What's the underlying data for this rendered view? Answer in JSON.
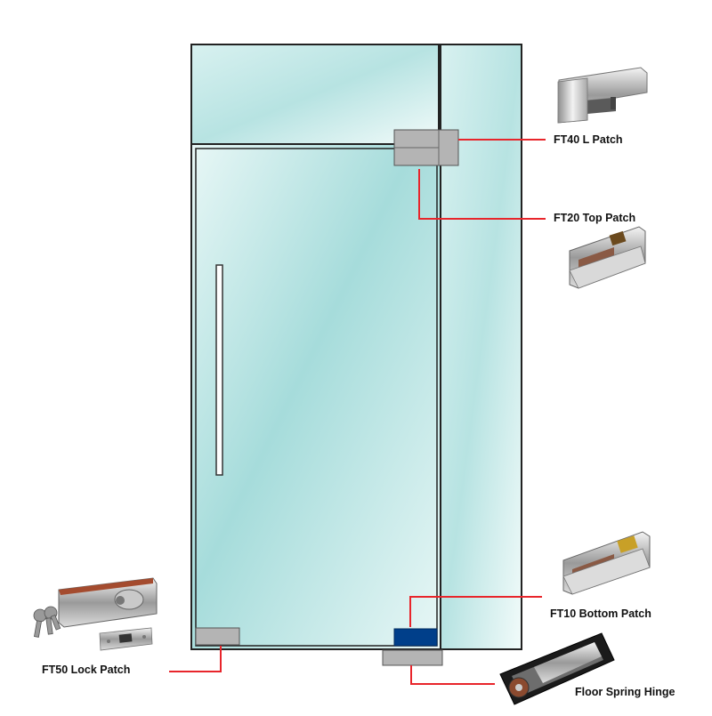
{
  "labels": {
    "ft40": "FT40 L Patch",
    "ft20": "FT20 Top Patch",
    "ft10": "FT10 Bottom Patch",
    "ft50": "FT50 Lock Patch",
    "floor_spring": "Floor Spring Hinge"
  },
  "colors": {
    "leader_line": "#e8252b",
    "fitting_gray": "#b4b4b4",
    "bottom_patch_highlight": "#003f8a",
    "glass_light": "#e8f7f6",
    "glass_tint": "#a6dcdb",
    "frame": "#222222"
  }
}
